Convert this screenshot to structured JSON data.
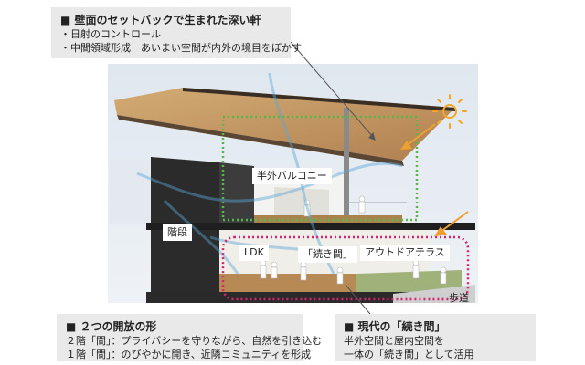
{
  "notes": {
    "top": {
      "title": "■ 壁面のセットバックで生まれた深い軒",
      "lines": [
        "・日射のコントロール",
        "・中間領域形成　あいまい空間が内外の境目をぼかす"
      ]
    },
    "bottom_left": {
      "title": "■ ２つの開放の形",
      "lines": [
        "２階「間」：プライバシーを守りながら、自然を引き込む",
        "１階「間」：のびやかに開き、近隣コミュニティを形成"
      ]
    },
    "bottom_right": {
      "title": "■ 現代の「続き間」",
      "lines": [
        "半外空間と屋内空間を",
        "一体の「続き間」として活用"
      ]
    }
  },
  "labels": {
    "balcony": "半外バルコニー",
    "stairs": "階段",
    "ldk": "LDK",
    "tsuzukima": "「続き間」",
    "outdoor_terrace": "アウトドアテラス",
    "sidewalk": "歩道"
  },
  "colors": {
    "green_dotted": "#55b848",
    "magenta_dotted": "#d6246e",
    "sun": "#f5a623",
    "sun_arrow": "#f0a030",
    "wind": "#5aa6d6",
    "roof_wood": "#c49a62"
  },
  "icons": [
    "sun-icon",
    "sun-ray-arrow-icon",
    "wind-stream-icon"
  ]
}
